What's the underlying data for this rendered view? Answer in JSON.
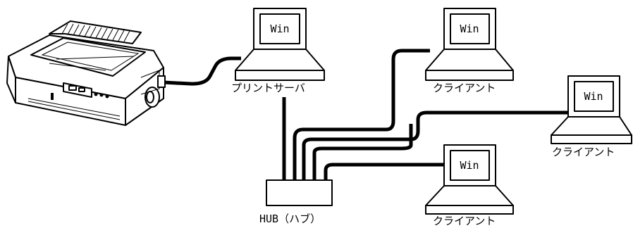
{
  "devices": {
    "printer": {
      "icon": "dot-matrix-printer-icon"
    },
    "print_server": {
      "screen_text": "Win",
      "label": "プリントサーバ"
    },
    "client_top": {
      "screen_text": "Win",
      "label": "クライアント"
    },
    "client_right": {
      "screen_text": "Win",
      "label": "クライアント"
    },
    "client_bottom": {
      "screen_text": "Win",
      "label": "クライアント"
    },
    "hub": {
      "label": "HUB（ハブ）"
    }
  },
  "colors": {
    "line": "#000000",
    "background": "#ffffff"
  }
}
